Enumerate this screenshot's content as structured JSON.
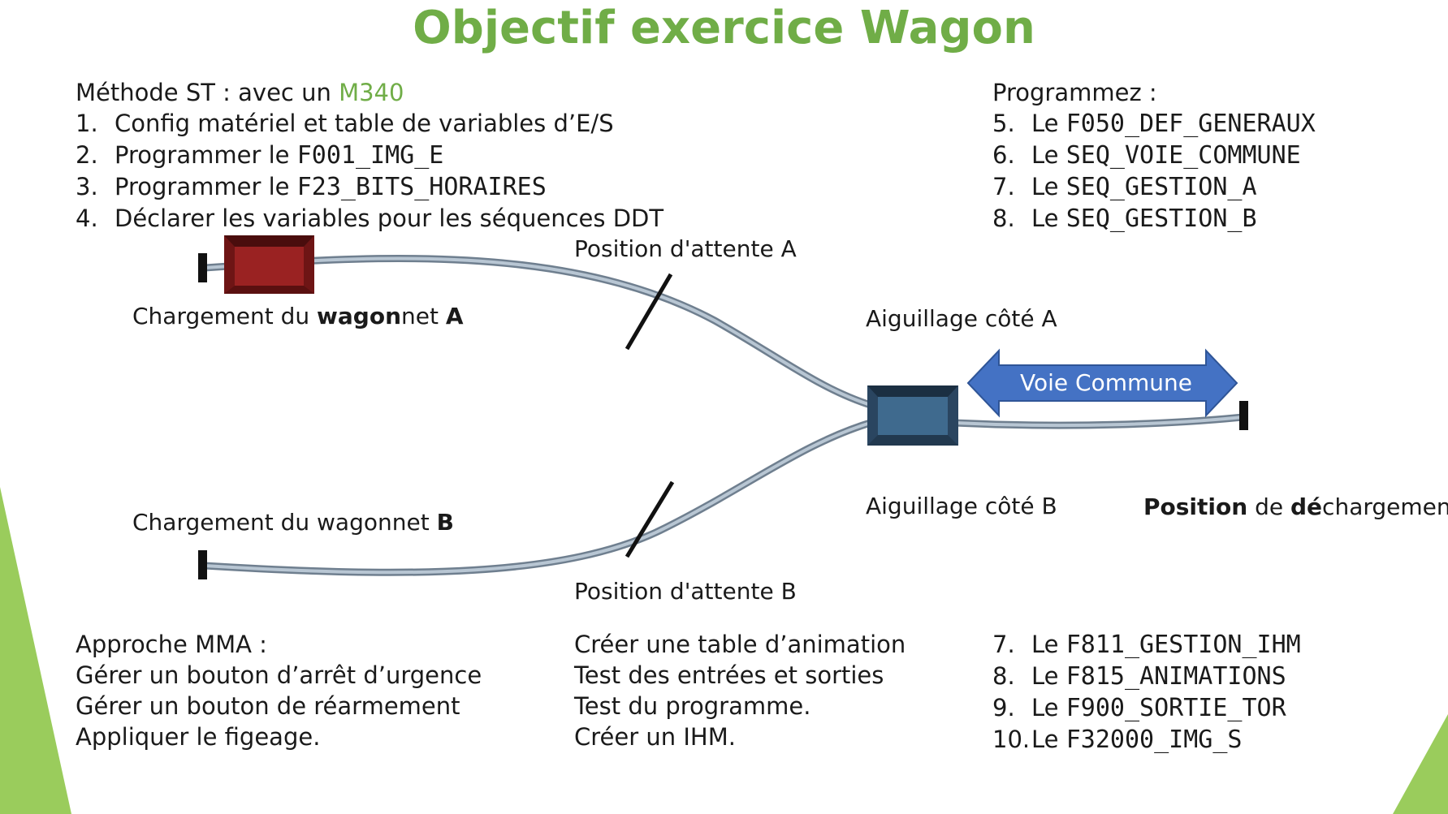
{
  "title": "Objectif exercice Wagon",
  "colors": {
    "title": "#70ad47",
    "accent": "#70ad47",
    "arrow": "#4472c4",
    "wagon_a": "#8b1a1a",
    "switch": "#3b5f7e",
    "track": "#8a9bab"
  },
  "methode_st": {
    "label": "Méthode ST : avec un ",
    "plc": "M340",
    "steps": [
      {
        "num": "1.",
        "text": "Config matériel et table de variables d’E/S",
        "code": ""
      },
      {
        "num": "2.",
        "text": "Programmer le ",
        "code": "F001_IMG_E"
      },
      {
        "num": "3.",
        "text": "Programmer le ",
        "code": "F23_BITS_HORAIRES"
      },
      {
        "num": "4.",
        "text": "Déclarer les variables pour les séquences DDT",
        "code": ""
      }
    ]
  },
  "programmez": {
    "label": "Programmez :",
    "items": [
      {
        "num": "5.",
        "text": "Le ",
        "code": "F050_DEF_GENERAUX"
      },
      {
        "num": "6.",
        "text": "Le ",
        "code": "SEQ_VOIE_COMMUNE"
      },
      {
        "num": "7.",
        "text": "Le ",
        "code": "SEQ_GESTION_A"
      },
      {
        "num": "8.",
        "text": "Le ",
        "code": "SEQ_GESTION_B"
      }
    ]
  },
  "diagram": {
    "position_attente_a": "Position d'attente A",
    "position_attente_b": "Position d'attente B",
    "chargement_a": {
      "pre": "Chargement du ",
      "bold1": "wagon",
      "mid": "net ",
      "bold2": "A"
    },
    "chargement_b": {
      "pre": "Chargement du wagonnet ",
      "bold": "B"
    },
    "aiguillage_a": "Aiguillage côté A",
    "aiguillage_b": "Aiguillage côté B",
    "voie_commune": "Voie Commune",
    "dechargement": {
      "bold1": "Position",
      "mid": " de ",
      "bold2": "dé",
      "post": "chargement"
    }
  },
  "approche_mma": {
    "label": "Approche MMA :",
    "lines": [
      "Gérer un bouton d’arrêt d’urgence",
      "Gérer un bouton de réarmement",
      "Appliquer le figeage."
    ]
  },
  "tests": {
    "lines": [
      "Créer une table d’animation",
      "Test des entrées et sorties",
      "Test du programme.",
      "Créer un IHM."
    ]
  },
  "programmez_2": {
    "items": [
      {
        "num": "7.",
        "text": "Le ",
        "code": "F811_GESTION_IHM"
      },
      {
        "num": "8.",
        "text": "Le ",
        "code": "F815_ANIMATIONS"
      },
      {
        "num": "9.",
        "text": "Le ",
        "code": "F900_SORTIE_TOR"
      },
      {
        "num": "10.",
        "text": "Le ",
        "code": "F32000_IMG_S"
      }
    ]
  }
}
